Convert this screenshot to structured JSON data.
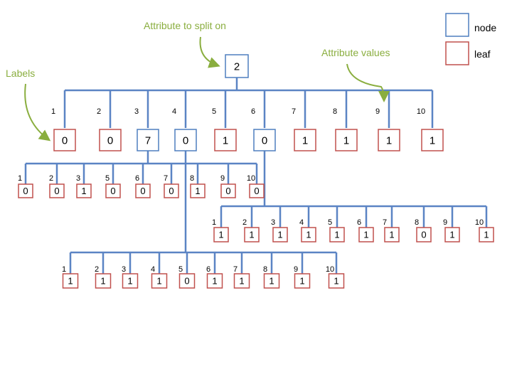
{
  "annotations": {
    "split": "Attribute to split on",
    "values": "Attribute values",
    "labels": "Labels"
  },
  "legend": {
    "node": "node",
    "leaf": "leaf",
    "node_color": "#4f7fbf",
    "leaf_color": "#c0504d"
  },
  "tree": {
    "root": "2",
    "level1": {
      "branches": [
        "1",
        "2",
        "3",
        "4",
        "5",
        "6",
        "7",
        "8",
        "9",
        "10"
      ],
      "nodes": [
        {
          "v": "0",
          "t": "leaf"
        },
        {
          "v": "0",
          "t": "leaf"
        },
        {
          "v": "7",
          "t": "node"
        },
        {
          "v": "0",
          "t": "node"
        },
        {
          "v": "1",
          "t": "leaf"
        },
        {
          "v": "0",
          "t": "node"
        },
        {
          "v": "1",
          "t": "leaf"
        },
        {
          "v": "1",
          "t": "leaf"
        },
        {
          "v": "1",
          "t": "leaf"
        },
        {
          "v": "1",
          "t": "leaf"
        }
      ]
    },
    "under_7": {
      "branches": [
        "1",
        "2",
        "3",
        "5",
        "6",
        "7",
        "8",
        "9",
        "10"
      ],
      "values": [
        "0",
        "0",
        "1",
        "0",
        "0",
        "0",
        "1",
        "0",
        "0"
      ]
    },
    "under_6": {
      "branches": [
        "1",
        "2",
        "3",
        "4",
        "5",
        "6",
        "7",
        "8",
        "9",
        "10"
      ],
      "values": [
        "1",
        "1",
        "1",
        "1",
        "1",
        "1",
        "1",
        "0",
        "1",
        "1"
      ]
    },
    "under_4": {
      "branches": [
        "1",
        "2",
        "3",
        "4",
        "5",
        "6",
        "7",
        "8",
        "9",
        "10"
      ],
      "values": [
        "1",
        "1",
        "1",
        "1",
        "0",
        "1",
        "1",
        "1",
        "1",
        "1"
      ]
    }
  }
}
